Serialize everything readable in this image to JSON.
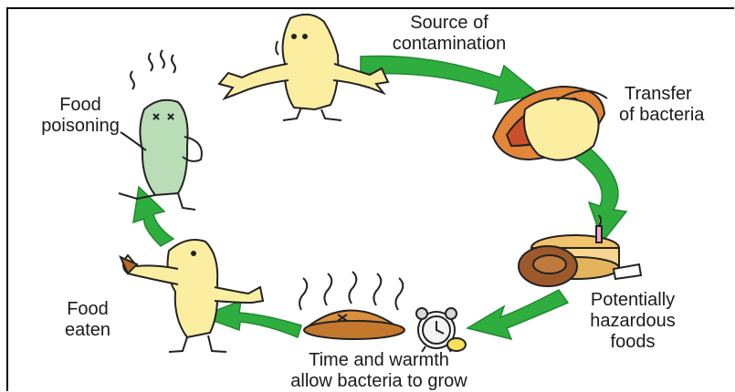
{
  "stages": [
    {
      "id": "source",
      "lines": [
        "Source of",
        "contamination"
      ]
    },
    {
      "id": "transfer",
      "lines": [
        "Transfer",
        "of bacteria"
      ]
    },
    {
      "id": "hazardous",
      "lines": [
        "Potentially",
        "hazardous",
        "foods"
      ]
    },
    {
      "id": "time",
      "lines": [
        "Time and warmth",
        "allow bacteria to grow"
      ]
    },
    {
      "id": "eaten",
      "lines": [
        "Food",
        "eaten"
      ]
    },
    {
      "id": "poisoning",
      "lines": [
        "Food",
        "poisoning"
      ]
    }
  ],
  "colors": {
    "arrow": "#2fae3f",
    "arrow_dark": "#1e8a2e",
    "person": "#fbeea0",
    "sick_person": "#b9ddb6",
    "outline": "#222222"
  },
  "icons": [
    "person-icon",
    "hotdog-hand-icon",
    "food-plate-icon",
    "pie-icon",
    "alarm-clock-icon",
    "sick-person-icon"
  ]
}
